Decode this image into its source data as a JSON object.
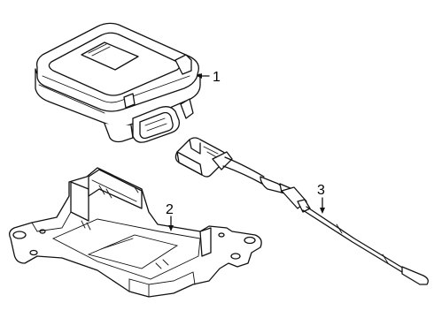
{
  "callouts": [
    {
      "id": "1",
      "text": "1"
    },
    {
      "id": "2",
      "text": "2"
    },
    {
      "id": "3",
      "text": "3"
    }
  ],
  "colors": {
    "ink": "#111111",
    "background": "#ffffff"
  }
}
